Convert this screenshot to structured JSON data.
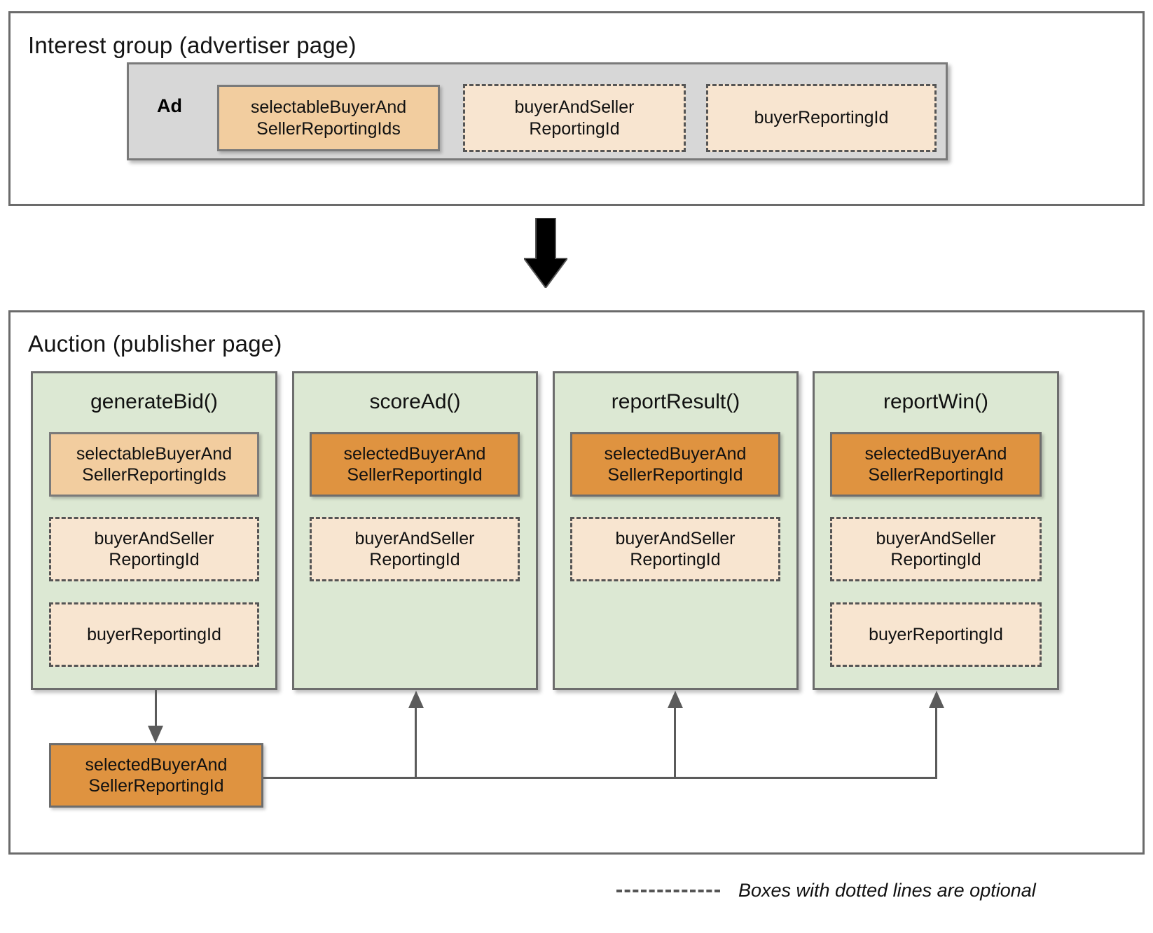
{
  "diagram": {
    "sections": {
      "interest_group": {
        "title": "Interest group (advertiser page)",
        "ad_label": "Ad",
        "items": [
          {
            "label": "selectableBuyerAnd\nSellerReportingIds",
            "style": "solid-light",
            "optional": false
          },
          {
            "label": "buyerAndSeller\nReportingId",
            "style": "dashed",
            "optional": true
          },
          {
            "label": "buyerReportingId",
            "style": "dashed",
            "optional": true
          }
        ]
      },
      "auction": {
        "title": "Auction (publisher page)",
        "columns": [
          {
            "name": "generateBid()",
            "items": [
              {
                "label": "selectableBuyerAnd\nSellerReportingIds",
                "style": "solid-light",
                "optional": false
              },
              {
                "label": "buyerAndSeller\nReportingId",
                "style": "dashed",
                "optional": true
              },
              {
                "label": "buyerReportingId",
                "style": "dashed",
                "optional": true
              }
            ]
          },
          {
            "name": "scoreAd()",
            "items": [
              {
                "label": "selectedBuyerAnd\nSellerReportingId",
                "style": "solid-dark",
                "optional": false
              },
              {
                "label": "buyerAndSeller\nReportingId",
                "style": "dashed",
                "optional": true
              }
            ]
          },
          {
            "name": "reportResult()",
            "items": [
              {
                "label": "selectedBuyerAnd\nSellerReportingId",
                "style": "solid-dark",
                "optional": false
              },
              {
                "label": "buyerAndSeller\nReportingId",
                "style": "dashed",
                "optional": true
              }
            ]
          },
          {
            "name": "reportWin()",
            "items": [
              {
                "label": "selectedBuyerAnd\nSellerReportingId",
                "style": "solid-dark",
                "optional": false
              },
              {
                "label": "buyerAndSeller\nReportingId",
                "style": "dashed",
                "optional": true
              },
              {
                "label": "buyerReportingId",
                "style": "dashed",
                "optional": true
              }
            ]
          }
        ],
        "output_box": {
          "label": "selectedBuyerAnd\nSellerReportingId",
          "style": "solid-dark"
        }
      }
    },
    "legend": {
      "text": "Boxes with dotted lines are optional"
    },
    "colors": {
      "solid_light_orange": "#f2cd9f",
      "solid_dark_orange": "#df9340",
      "dashed_peach": "#f8e5d0",
      "column_green": "#dce8d3",
      "ad_gray": "#d7d7d7",
      "border_gray": "#6d6d6d",
      "connector_gray": "#5b5b5b",
      "arrow_black": "#000000"
    }
  }
}
